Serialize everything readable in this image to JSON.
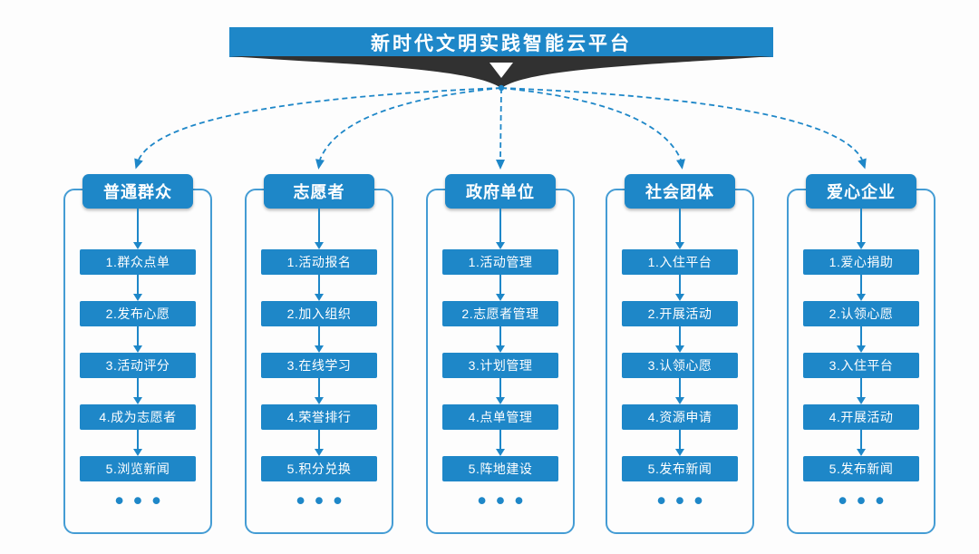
{
  "banner": {
    "title": "新时代文明实践智能云平台"
  },
  "colors": {
    "primary_blue": "#1e87c8",
    "outline_blue": "#449cd4",
    "dark_band": "#313131",
    "text_white": "#ffffff",
    "background": "#fdfdfd"
  },
  "columns": [
    {
      "header": "普通群众",
      "items": [
        "1.群众点单",
        "2.发布心愿",
        "3.活动评分",
        "4.成为志愿者",
        "5.浏览新闻"
      ],
      "ellipsis": "•••"
    },
    {
      "header": "志愿者",
      "items": [
        "1.活动报名",
        "2.加入组织",
        "3.在线学习",
        "4.荣誉排行",
        "5.积分兑换"
      ],
      "ellipsis": "•••"
    },
    {
      "header": "政府单位",
      "items": [
        "1.活动管理",
        "2.志愿者管理",
        "3.计划管理",
        "4.点单管理",
        "5.阵地建设"
      ],
      "ellipsis": "•••"
    },
    {
      "header": "社会团体",
      "items": [
        "1.入住平台",
        "2.开展活动",
        "3.认领心愿",
        "4.资源申请",
        "5.发布新闻"
      ],
      "ellipsis": "•••"
    },
    {
      "header": "爱心企业",
      "items": [
        "1.爱心捐助",
        "2.认领心愿",
        "3.入住平台",
        "4.开展活动",
        "5.发布新闻"
      ],
      "ellipsis": "•••"
    }
  ]
}
